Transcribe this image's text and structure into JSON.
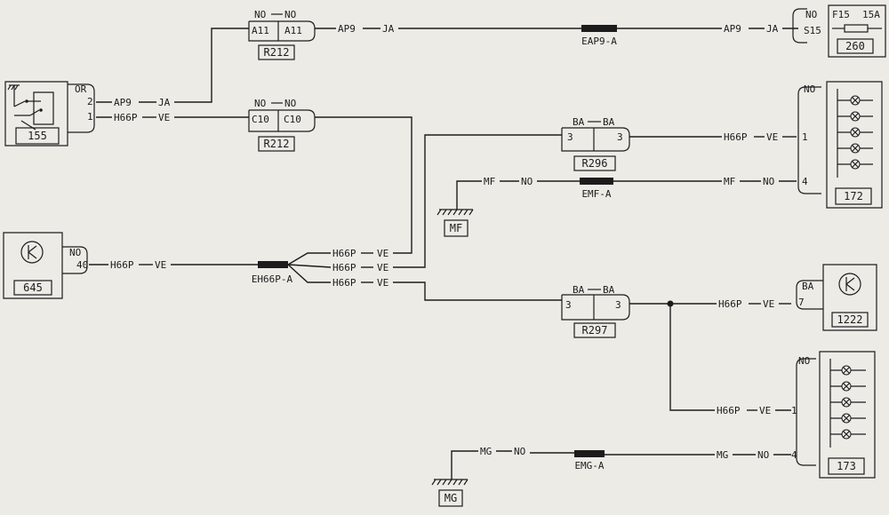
{
  "colors": {
    "paper": "#ecebe6",
    "ink": "#1c1c1c"
  },
  "components": {
    "c155": {
      "ref": "155",
      "pin_top": "OR",
      "pin2": "2",
      "pin1": "1"
    },
    "c645": {
      "ref": "645",
      "pin_top": "NO",
      "pin": "40"
    },
    "c260": {
      "ref": "260",
      "pin_top": "NO",
      "fuse": "F15",
      "rating": "15A",
      "pin": "S15"
    },
    "c172": {
      "ref": "172",
      "pin_top": "NO",
      "pin1": "1",
      "pin4": "4"
    },
    "c173": {
      "ref": "173",
      "pin_top": "NO",
      "pin1": "1",
      "pin4": "4"
    },
    "c1222": {
      "ref": "1222",
      "pin_top": "BA",
      "pin": "7"
    }
  },
  "connectors": {
    "r212a": {
      "ref": "R212",
      "left_color": "NO",
      "right_color": "NO",
      "left_pin": "A11",
      "right_pin": "A11"
    },
    "r212b": {
      "ref": "R212",
      "left_color": "NO",
      "right_color": "NO",
      "left_pin": "C10",
      "right_pin": "C10"
    },
    "r296": {
      "ref": "R296",
      "left_color": "BA",
      "right_color": "BA",
      "left_pin": "3",
      "right_pin": "3"
    },
    "r297": {
      "ref": "R297",
      "left_color": "BA",
      "right_color": "BA",
      "left_pin": "3",
      "right_pin": "3"
    }
  },
  "splices": {
    "eap9": "EAP9-A",
    "emf": "EMF-A",
    "eh66p": "EH66P-A",
    "emg": "EMG-A"
  },
  "grounds": {
    "mf": "MF",
    "mg": "MG"
  },
  "wires": {
    "ap9": "AP9",
    "ja": "JA",
    "h66p": "H66P",
    "ve": "VE",
    "mf": "MF",
    "mg": "MG",
    "no": "NO"
  }
}
